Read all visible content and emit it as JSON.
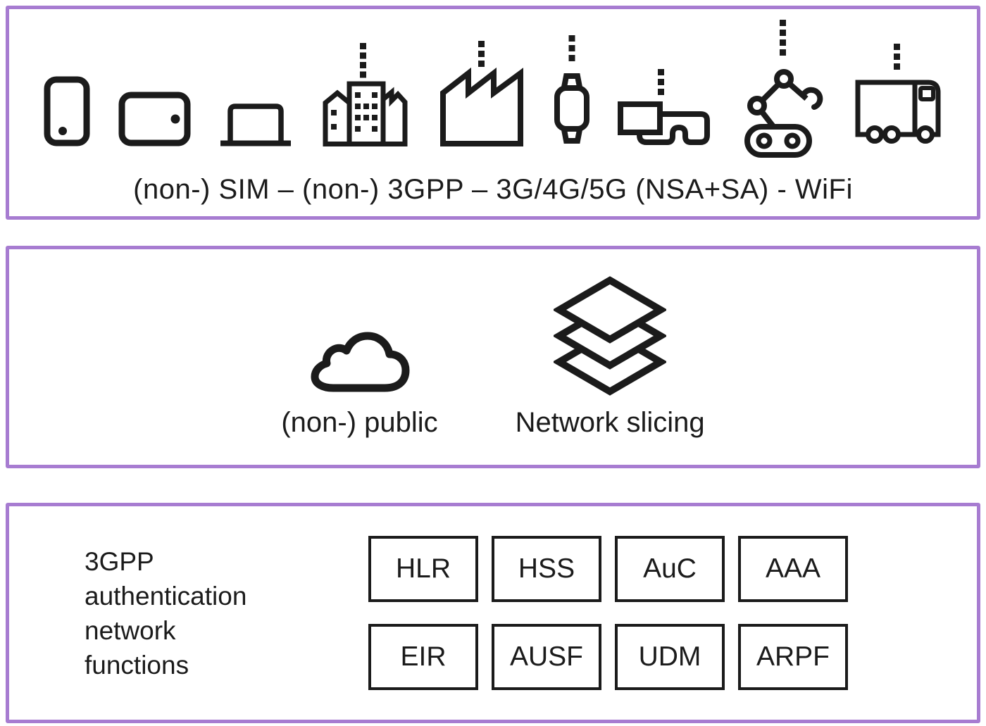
{
  "colors": {
    "panel_border": "#a77cd1",
    "ink": "#1b1b1b",
    "background": "#ffffff"
  },
  "top_panel": {
    "caption": "(non-) SIM – (non-) 3GPP – 3G/4G/5G (NSA+SA) - WiFi",
    "icons": [
      {
        "name": "smartphone-icon"
      },
      {
        "name": "tablet-icon"
      },
      {
        "name": "laptop-icon"
      },
      {
        "name": "city-buildings-icon",
        "antenna_dots": 4
      },
      {
        "name": "factory-icon",
        "antenna_dots": 3
      },
      {
        "name": "smartwatch-icon",
        "antenna_dots": 3
      },
      {
        "name": "smart-glasses-icon",
        "antenna_dots": 3
      },
      {
        "name": "robot-arm-icon",
        "antenna_dots": 4
      },
      {
        "name": "truck-icon",
        "antenna_dots": 3
      }
    ]
  },
  "middle_panel": {
    "items": [
      {
        "icon": "cloud-icon",
        "label": "(non-) public"
      },
      {
        "icon": "network-slicing-icon",
        "label": "Network slicing"
      }
    ]
  },
  "bottom_panel": {
    "heading_lines": [
      "3GPP",
      "authentication",
      "network",
      "functions"
    ],
    "function_boxes": [
      "HLR",
      "HSS",
      "AuC",
      "AAA",
      "EIR",
      "AUSF",
      "UDM",
      "ARPF"
    ]
  }
}
